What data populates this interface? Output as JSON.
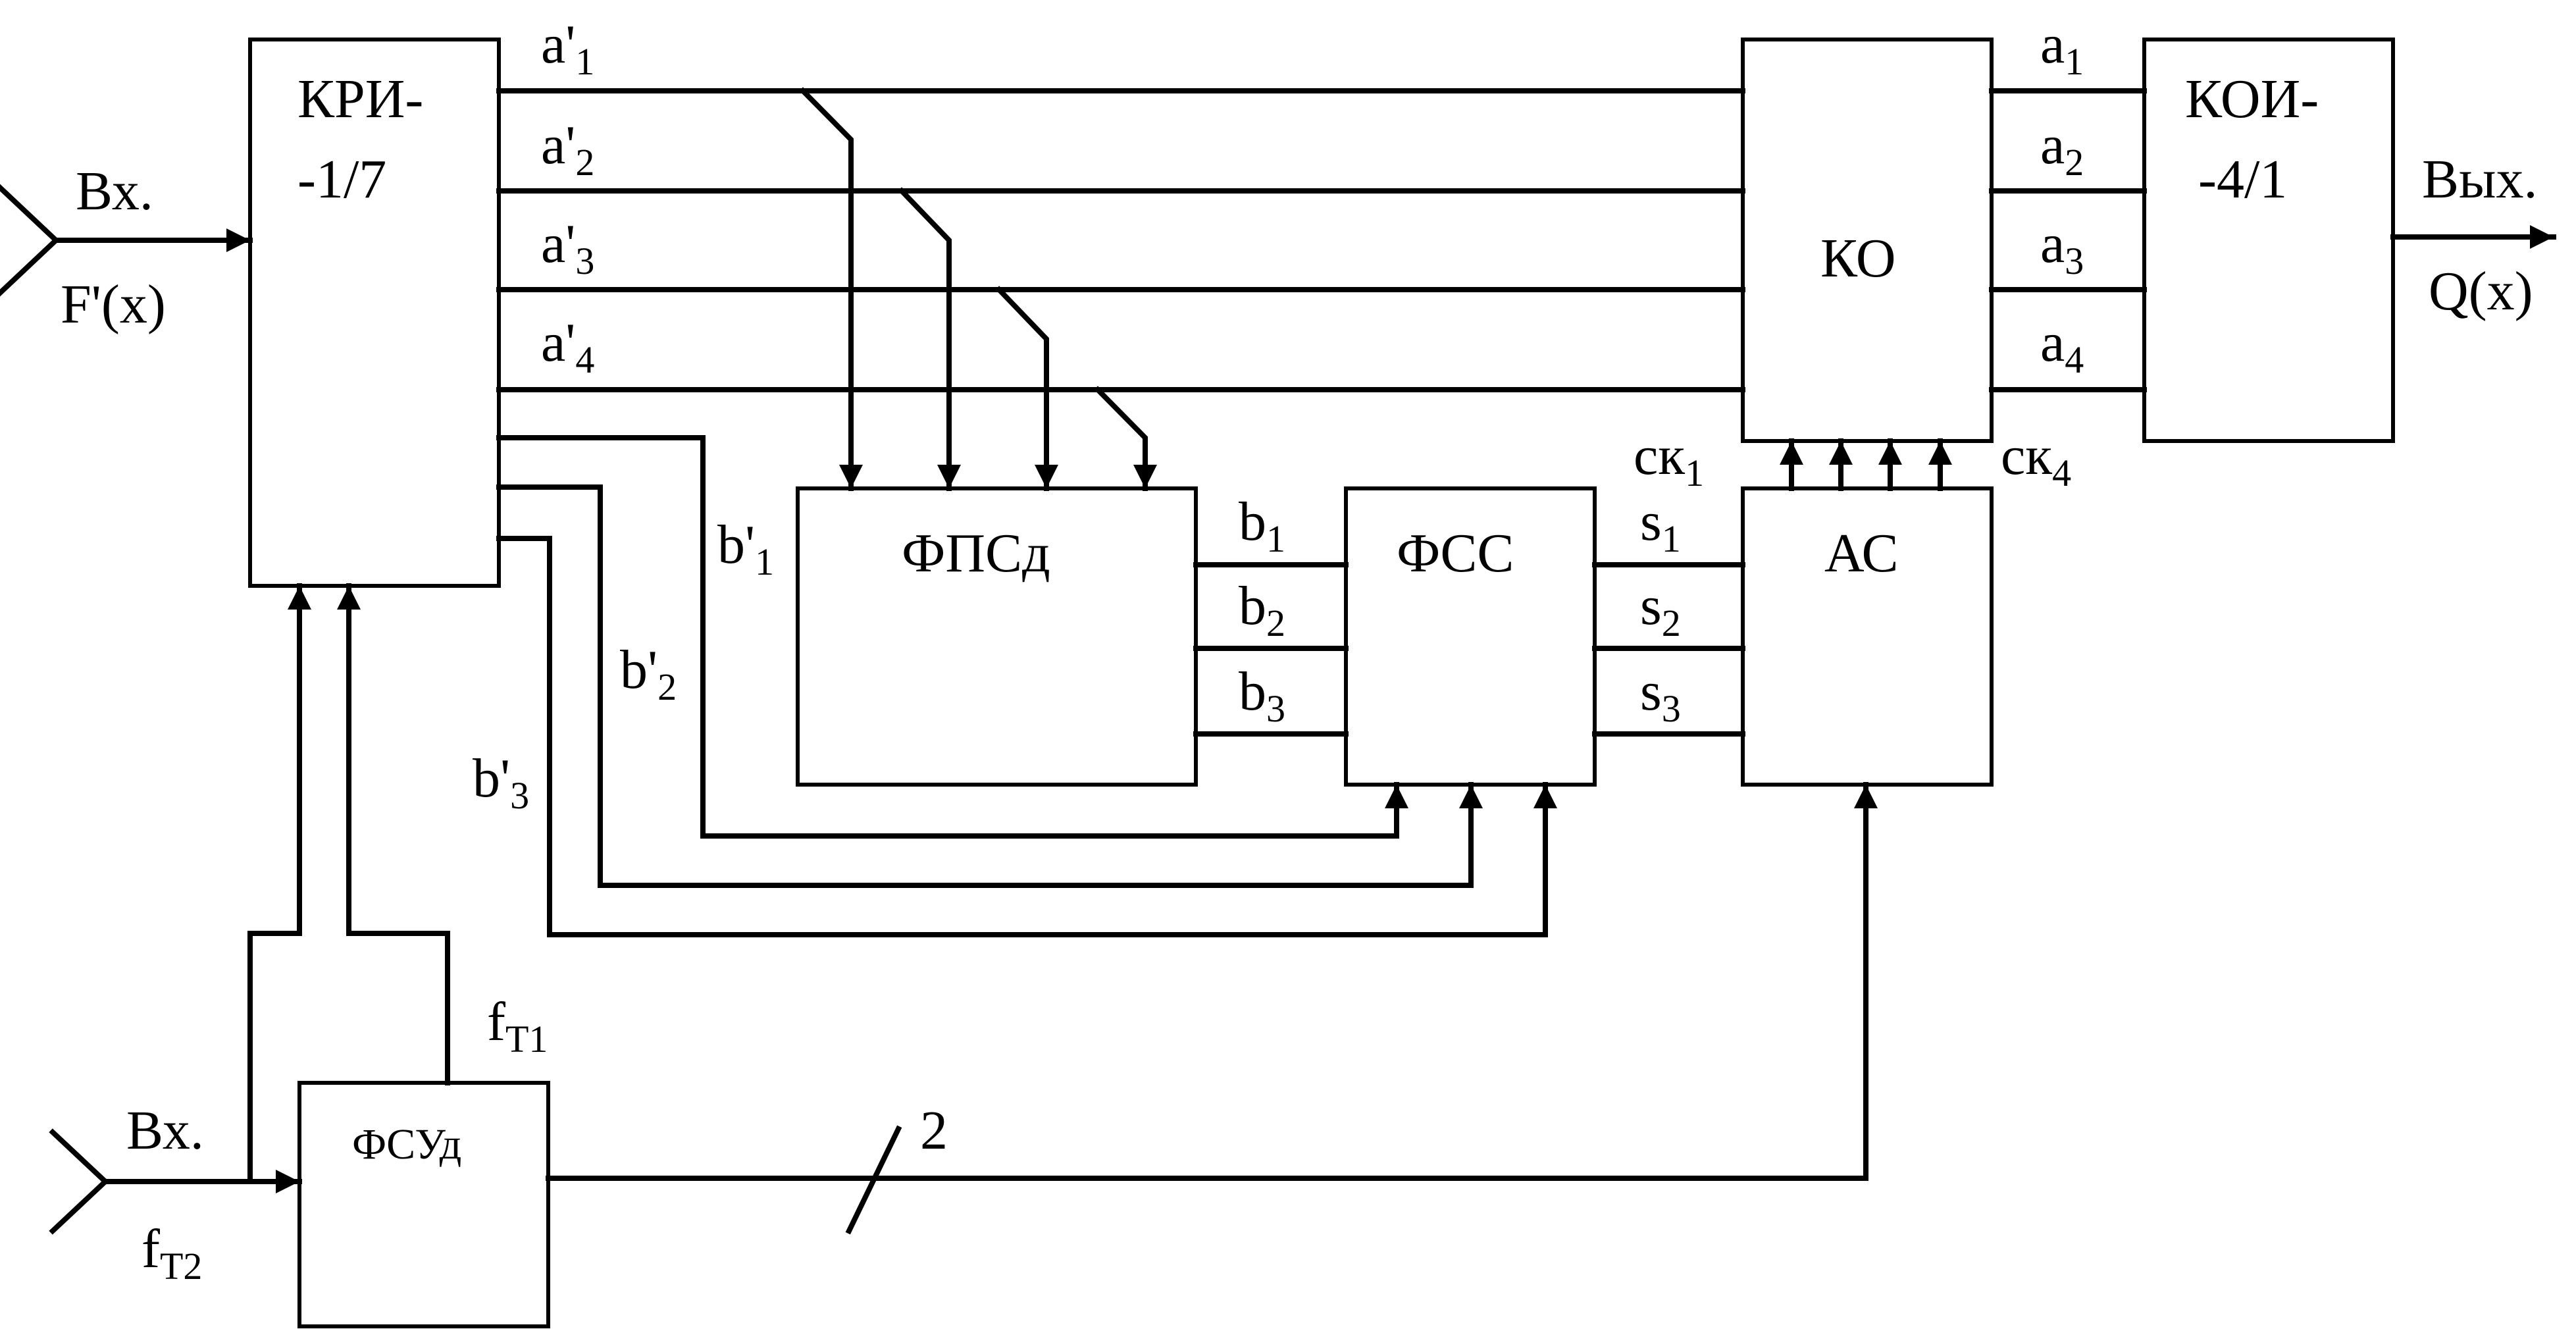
{
  "blocks": {
    "kri_line1": "КРИ-",
    "kri_line2": "-1/7",
    "fpsd": "ФПСд",
    "fss": "ФСС",
    "ko": "КО",
    "as": "АС",
    "koi_line1": "КОИ-",
    "koi_line2": "-4/1",
    "fsud": "ФСУд"
  },
  "inputs": {
    "in1_label": "Вх.",
    "in1_signal": "F'(x)",
    "in2_label": "Вх.",
    "in2_signal_base": "f",
    "in2_signal_sub": "T2"
  },
  "output": {
    "label": "Вых.",
    "signal": "Q(x)"
  },
  "signals": {
    "a_prime": [
      {
        "base": "a'",
        "sub": "1"
      },
      {
        "base": "a'",
        "sub": "2"
      },
      {
        "base": "a'",
        "sub": "3"
      },
      {
        "base": "a'",
        "sub": "4"
      }
    ],
    "b_prime": [
      {
        "base": "b'",
        "sub": "1"
      },
      {
        "base": "b'",
        "sub": "2"
      },
      {
        "base": "b'",
        "sub": "3"
      }
    ],
    "b": [
      {
        "base": "b",
        "sub": "1"
      },
      {
        "base": "b",
        "sub": "2"
      },
      {
        "base": "b",
        "sub": "3"
      }
    ],
    "s": [
      {
        "base": "s",
        "sub": "1"
      },
      {
        "base": "s",
        "sub": "2"
      },
      {
        "base": "s",
        "sub": "3"
      }
    ],
    "a": [
      {
        "base": "a",
        "sub": "1"
      },
      {
        "base": "a",
        "sub": "2"
      },
      {
        "base": "a",
        "sub": "3"
      },
      {
        "base": "a",
        "sub": "4"
      }
    ],
    "ck1": {
      "base": "ск",
      "sub": "1"
    },
    "ck4": {
      "base": "ск",
      "sub": "4"
    },
    "ft1": {
      "base": "f",
      "sub": "T1"
    },
    "bus_width": "2"
  }
}
